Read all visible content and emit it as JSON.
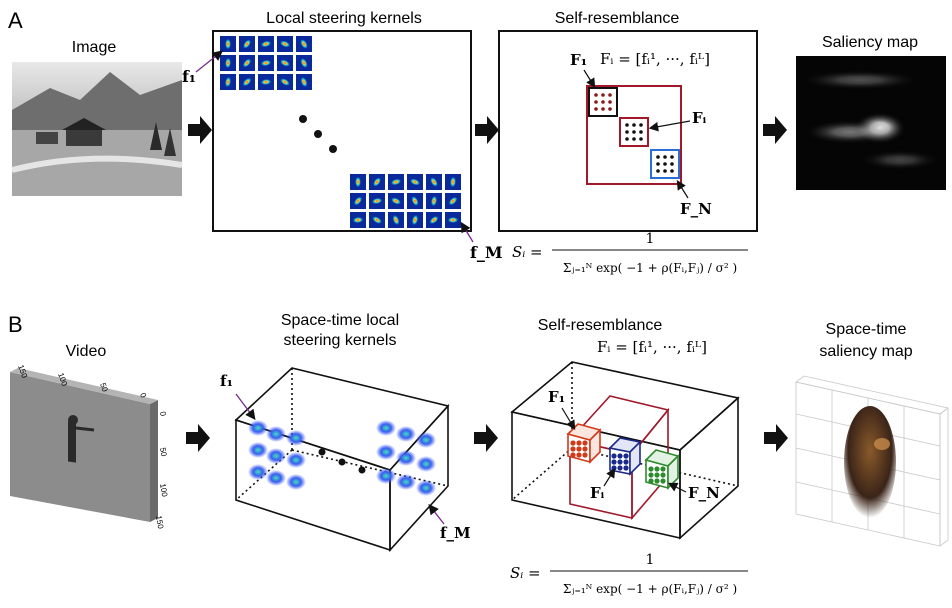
{
  "panel_a": {
    "letter": "A",
    "image_title": "Image",
    "lsk_title": "Local steering kernels",
    "sr_title": "Self-resemblance",
    "saliency_title": "Saliency map",
    "f1": "f₁",
    "fM": "f_M",
    "F1": "F₁",
    "Fi": "Fᵢ",
    "FN": "F_N",
    "feature_def": "Fᵢ = [fᵢ¹, ···, fᵢᴸ]",
    "formula": {
      "lhs": "Sᵢ =",
      "numerator": "1",
      "denominator": "Σⱼ₌₁ᴺ exp( −1 + ρ(Fᵢ,Fⱼ) / σ² )"
    }
  },
  "panel_b": {
    "letter": "B",
    "video_title": "Video",
    "stlsk_title_line1": "Space-time local",
    "stlsk_title_line2": "steering kernels",
    "sr_title": "Self-resemblance",
    "saliency_title_line1": "Space-time",
    "saliency_title_line2": "saliency map",
    "f1": "f₁",
    "fM": "f_M",
    "F1": "F₁",
    "Fi": "Fᵢ",
    "FN": "F_N",
    "feature_def": "Fᵢ = [fᵢ¹, ···, fᵢᴸ]",
    "formula": {
      "lhs": "Sᵢ =",
      "numerator": "1",
      "denominator": "Σⱼ₌₁ᴺ exp( −1 + ρ(Fᵢ,Fⱼ) / σ² )"
    },
    "video_axis_ticks_top": [
      "150",
      "100",
      "50",
      "0"
    ],
    "video_axis_ticks_side": [
      "0",
      "50",
      "100",
      "150"
    ]
  },
  "colors": {
    "kernel_bg": "#0a2a9c",
    "f1_box": "#111111",
    "fi_box": "#a0182a",
    "fn_box": "#2a6fd6",
    "big_box": "#a0182a",
    "green_box": "#2f8a2f",
    "arrow": "#111111",
    "pointer": "#7a2a8a"
  }
}
